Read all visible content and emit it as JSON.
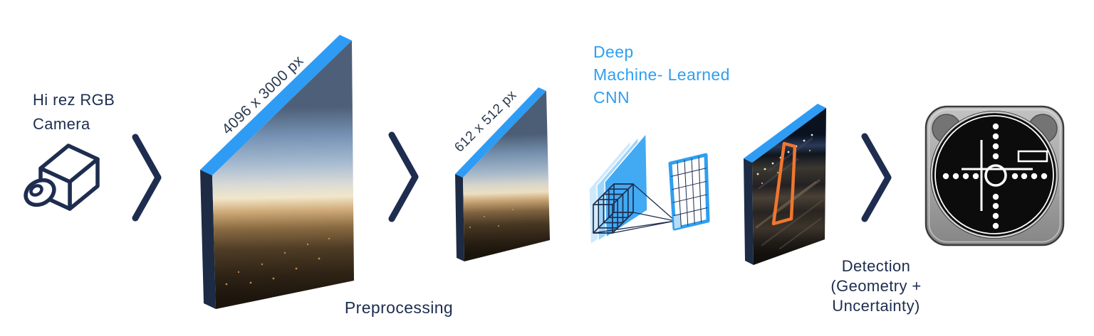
{
  "diagram_title": "camera-to-detection CNN pipeline",
  "pipeline": {
    "camera": {
      "label": "Hi rez RGB\nCamera",
      "icon": "camera-icon"
    },
    "raw_image": {
      "dimensions_label": "4096 x 3000 px"
    },
    "preprocessing": {
      "label": "Preprocessing"
    },
    "resized_image": {
      "dimensions_label": "612 x 512 px"
    },
    "cnn": {
      "label": "Deep\nMachine- Learned\nCNN"
    },
    "detection": {
      "label": "Detection\n(Geometry +\nUncertainty)",
      "icon": "ils-gauge-icon"
    }
  },
  "icons": {
    "camera-icon": "isometric video-camera box with lens (SVG outline shape)",
    "chevron-right-icon": "❯",
    "conv-kernel-icon": "wireframe 3D convolution kernel (SVG shape)",
    "ils-gauge-icon": "instrument-landing-system crosshair dial (SVG shape)"
  },
  "colors": {
    "navy": "#1e2d4f",
    "accent_blue": "#2f9ff0",
    "slab_edge_blue": "#2e9cf4",
    "slab_edge_dark": "#1d2b45",
    "cnn_layer_front": "#42aaf3",
    "cnn_layer_mid": "#9ed6f9",
    "cnn_layer_back": "#cfe9fc",
    "feature_map_highlight": "#b5ddf8",
    "detection_orange": "#f1762e",
    "gauge_bezel_gray": "#a9a9a9",
    "gauge_face_black": "#0c0c0c"
  }
}
